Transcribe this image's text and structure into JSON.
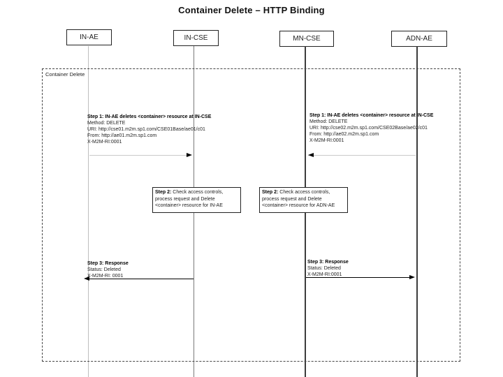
{
  "title": "Container Delete – HTTP Binding",
  "actors": [
    {
      "label": "IN-AE"
    },
    {
      "label": "IN-CSE"
    },
    {
      "label": "MN-CSE"
    },
    {
      "label": "ADN-AE"
    }
  ],
  "frame_label": "Container Delete",
  "step1_left": {
    "header": "Step 1: IN-AE deletes <container> resource at IN-CSE",
    "method": "Method: DELETE",
    "uri": "URI: http://cse01.m2m.sp1.com/CSE01Base/ae01/c01",
    "from": "From: http://ae01.m2m.sp1.com",
    "ri": "X-M2M-RI:0001"
  },
  "step1_right": {
    "header": "Step 1: IN-AE deletes <container> resource at IN-CSE",
    "method": "Method: DELETE",
    "uri": "URI: http://cse02.m2m.sp1.com/CSE02Base/ae02/c01",
    "from": "From: http://ae02.m2m.sp1.com",
    "ri": "X-M2M-RI:0001"
  },
  "step2_left": {
    "label": "Step 2:",
    "text": " Check access controls, process request and Delete <container> resource for IN-AE"
  },
  "step2_right": {
    "label": "Step 2:",
    "text": " Check access controls, process request and Delete <container> resource for ADN-AE"
  },
  "step3_left": {
    "header": "Step 3: Response",
    "status": "Status: Deleted",
    "ri": "X-M2M-RI: 0001"
  },
  "step3_right": {
    "header": "Step 3: Response",
    "status": "Status: Deleted",
    "ri": "X-M2M-RI:0001"
  },
  "colors": {
    "background": "#ffffff",
    "line_dark": "#000000",
    "line_faint": "#c9c9c9",
    "lifeline_light": "#bdbdbd"
  }
}
